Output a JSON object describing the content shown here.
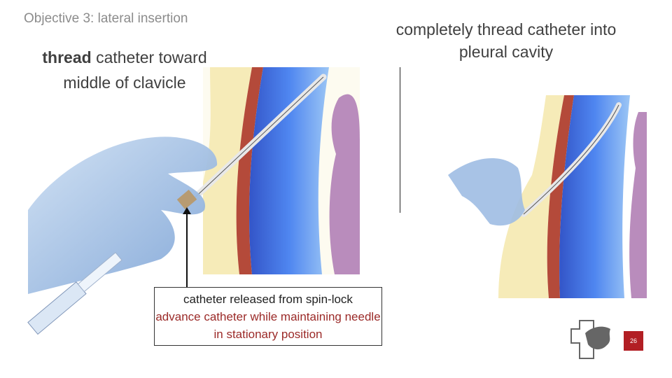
{
  "objective": "Objective 3: lateral insertion",
  "left_step": {
    "keyword": "thread",
    "rest": " catheter toward middle of clavicle"
  },
  "right_step": "completely thread catheter into pleural cavity",
  "callout": {
    "line1": "catheter released from spin-lock",
    "line2": "advance catheter while maintaining needle in stationary position"
  },
  "slide_number": "26",
  "colors": {
    "text_gray": "#8c8c8c",
    "accent_red": "#9b2a28",
    "badge_red": "#b21f24",
    "glove_blue": "#8fb2dc",
    "fat_yellow": "#f6ebb8",
    "muscle_red": "#b44a3a",
    "pleura_blue": "#3c6de0",
    "lung_purple": "#b98cbc"
  }
}
